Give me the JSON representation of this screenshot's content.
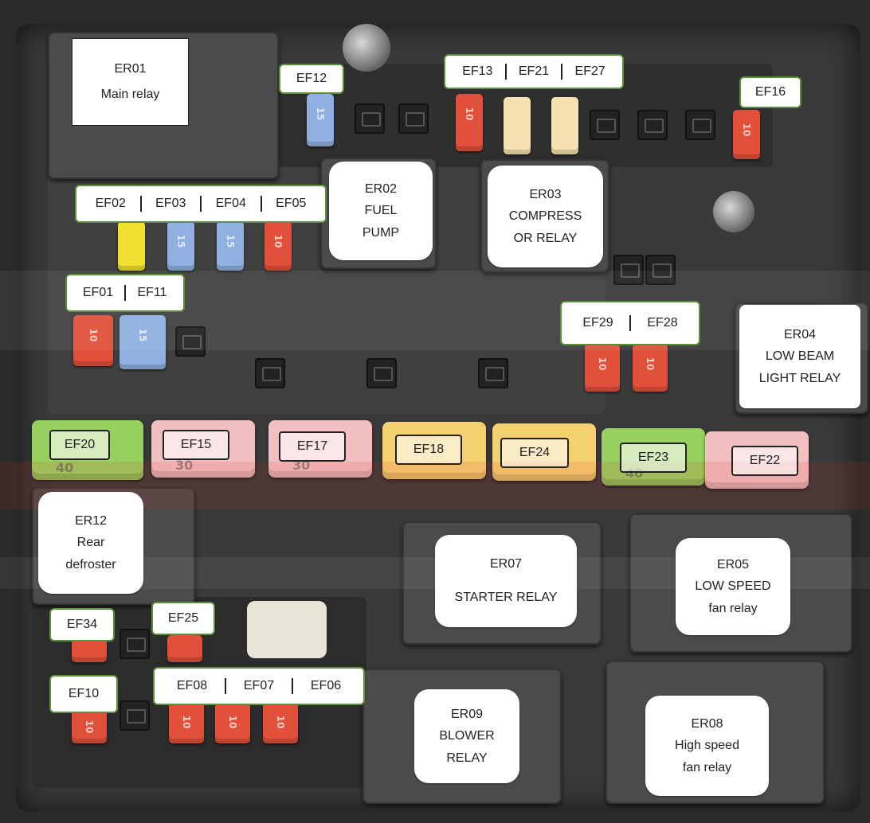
{
  "relays": {
    "er01": {
      "code": "ER01",
      "lines": [
        "Main relay"
      ]
    },
    "er02": {
      "code": "ER02",
      "lines": [
        "FUEL",
        "PUMP"
      ]
    },
    "er03": {
      "code": "ER03",
      "lines": [
        "COMPRESS",
        "OR RELAY"
      ]
    },
    "er04": {
      "code": "ER04",
      "lines": [
        "LOW BEAM",
        "LIGHT RELAY"
      ]
    },
    "er12": {
      "code": "ER12",
      "lines": [
        "Rear",
        "defroster"
      ]
    },
    "er07": {
      "code": "ER07",
      "lines": [
        "STARTER RELAY"
      ]
    },
    "er05": {
      "code": "ER05",
      "lines": [
        "LOW SPEED",
        "fan relay"
      ]
    },
    "er09": {
      "code": "ER09",
      "lines": [
        "BLOWER",
        "RELAY"
      ]
    },
    "er08": {
      "code": "ER08",
      "lines": [
        "High speed",
        "fan relay"
      ]
    }
  },
  "fuse_labels": {
    "ef12": "EF12",
    "ef13": "EF13",
    "ef21": "EF21",
    "ef27": "EF27",
    "ef16": "EF16",
    "ef02": "EF02",
    "ef03": "EF03",
    "ef04": "EF04",
    "ef05": "EF05",
    "ef01": "EF01",
    "ef11": "EF11",
    "ef29": "EF29",
    "ef28": "EF28",
    "ef20": "EF20",
    "ef15": "EF15",
    "ef17": "EF17",
    "ef18": "EF18",
    "ef24": "EF24",
    "ef23": "EF23",
    "ef22": "EF22",
    "ef34": "EF34",
    "ef25": "EF25",
    "ef10": "EF10",
    "ef08": "EF08",
    "ef07": "EF07",
    "ef06": "EF06"
  },
  "fuse_ratings": {
    "ten": "10",
    "fifteen": "15",
    "forty": "40",
    "thirty": "30"
  },
  "colors": {
    "label_border": "#5b8f3a",
    "red_fuse": "#e0503a",
    "blue_fuse": "#8fb0e0",
    "yellow_fuse": "#f0e030",
    "cream_fuse": "#f5e2b0",
    "green_cart": "#98d060",
    "pink_cart": "#f2c0c0",
    "orange_cart": "#f4d070"
  }
}
